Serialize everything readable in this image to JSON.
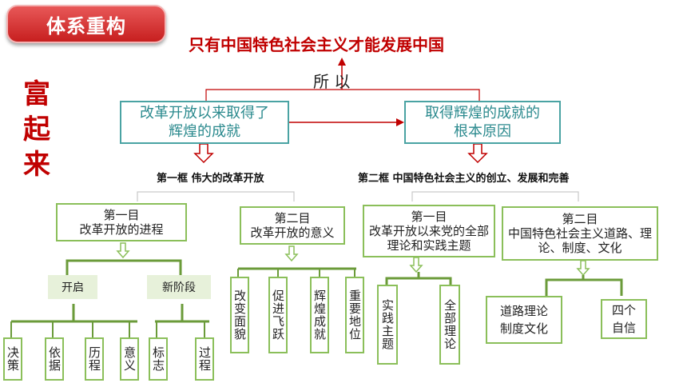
{
  "badge": "体系重构",
  "main_title": "只有中国特色社会主义才能发展中国",
  "suoyi": "所 以",
  "side_label": [
    "富",
    "起",
    "来"
  ],
  "left_box": [
    "改革开放以来取得了",
    "辉煌的成就"
  ],
  "right_box": [
    "取得辉煌的成就的",
    "根本原因"
  ],
  "kuang1": "第一框  伟大的改革开放",
  "kuang2": "第二框   中国特色社会主义的创立、发展和完善",
  "mu": [
    {
      "line1": "第一目",
      "line2": "改革开放的进程"
    },
    {
      "line1": "第二目",
      "line2": "改革开放的意义"
    },
    {
      "line1": "第一目",
      "line2": "改革开放以来党的全部理论和实践主题"
    },
    {
      "line1": "第二目",
      "line2": "中国特色社会主义道路、理论、制度、文化"
    }
  ],
  "pills": [
    "开启",
    "新阶段"
  ],
  "leaves_kaiqi": [
    "决策",
    "依据",
    "历程",
    "意义"
  ],
  "leaves_xinjieduan": [
    "标志",
    "过程"
  ],
  "yiyi": [
    "改变面貌",
    "促进飞跃",
    "辉煌成就",
    "重要地位"
  ],
  "theme": [
    "实践主题",
    "全部理论"
  ],
  "daolu": [
    "道路理论",
    "制度文化"
  ],
  "sige": [
    "四个",
    "自信"
  ]
}
